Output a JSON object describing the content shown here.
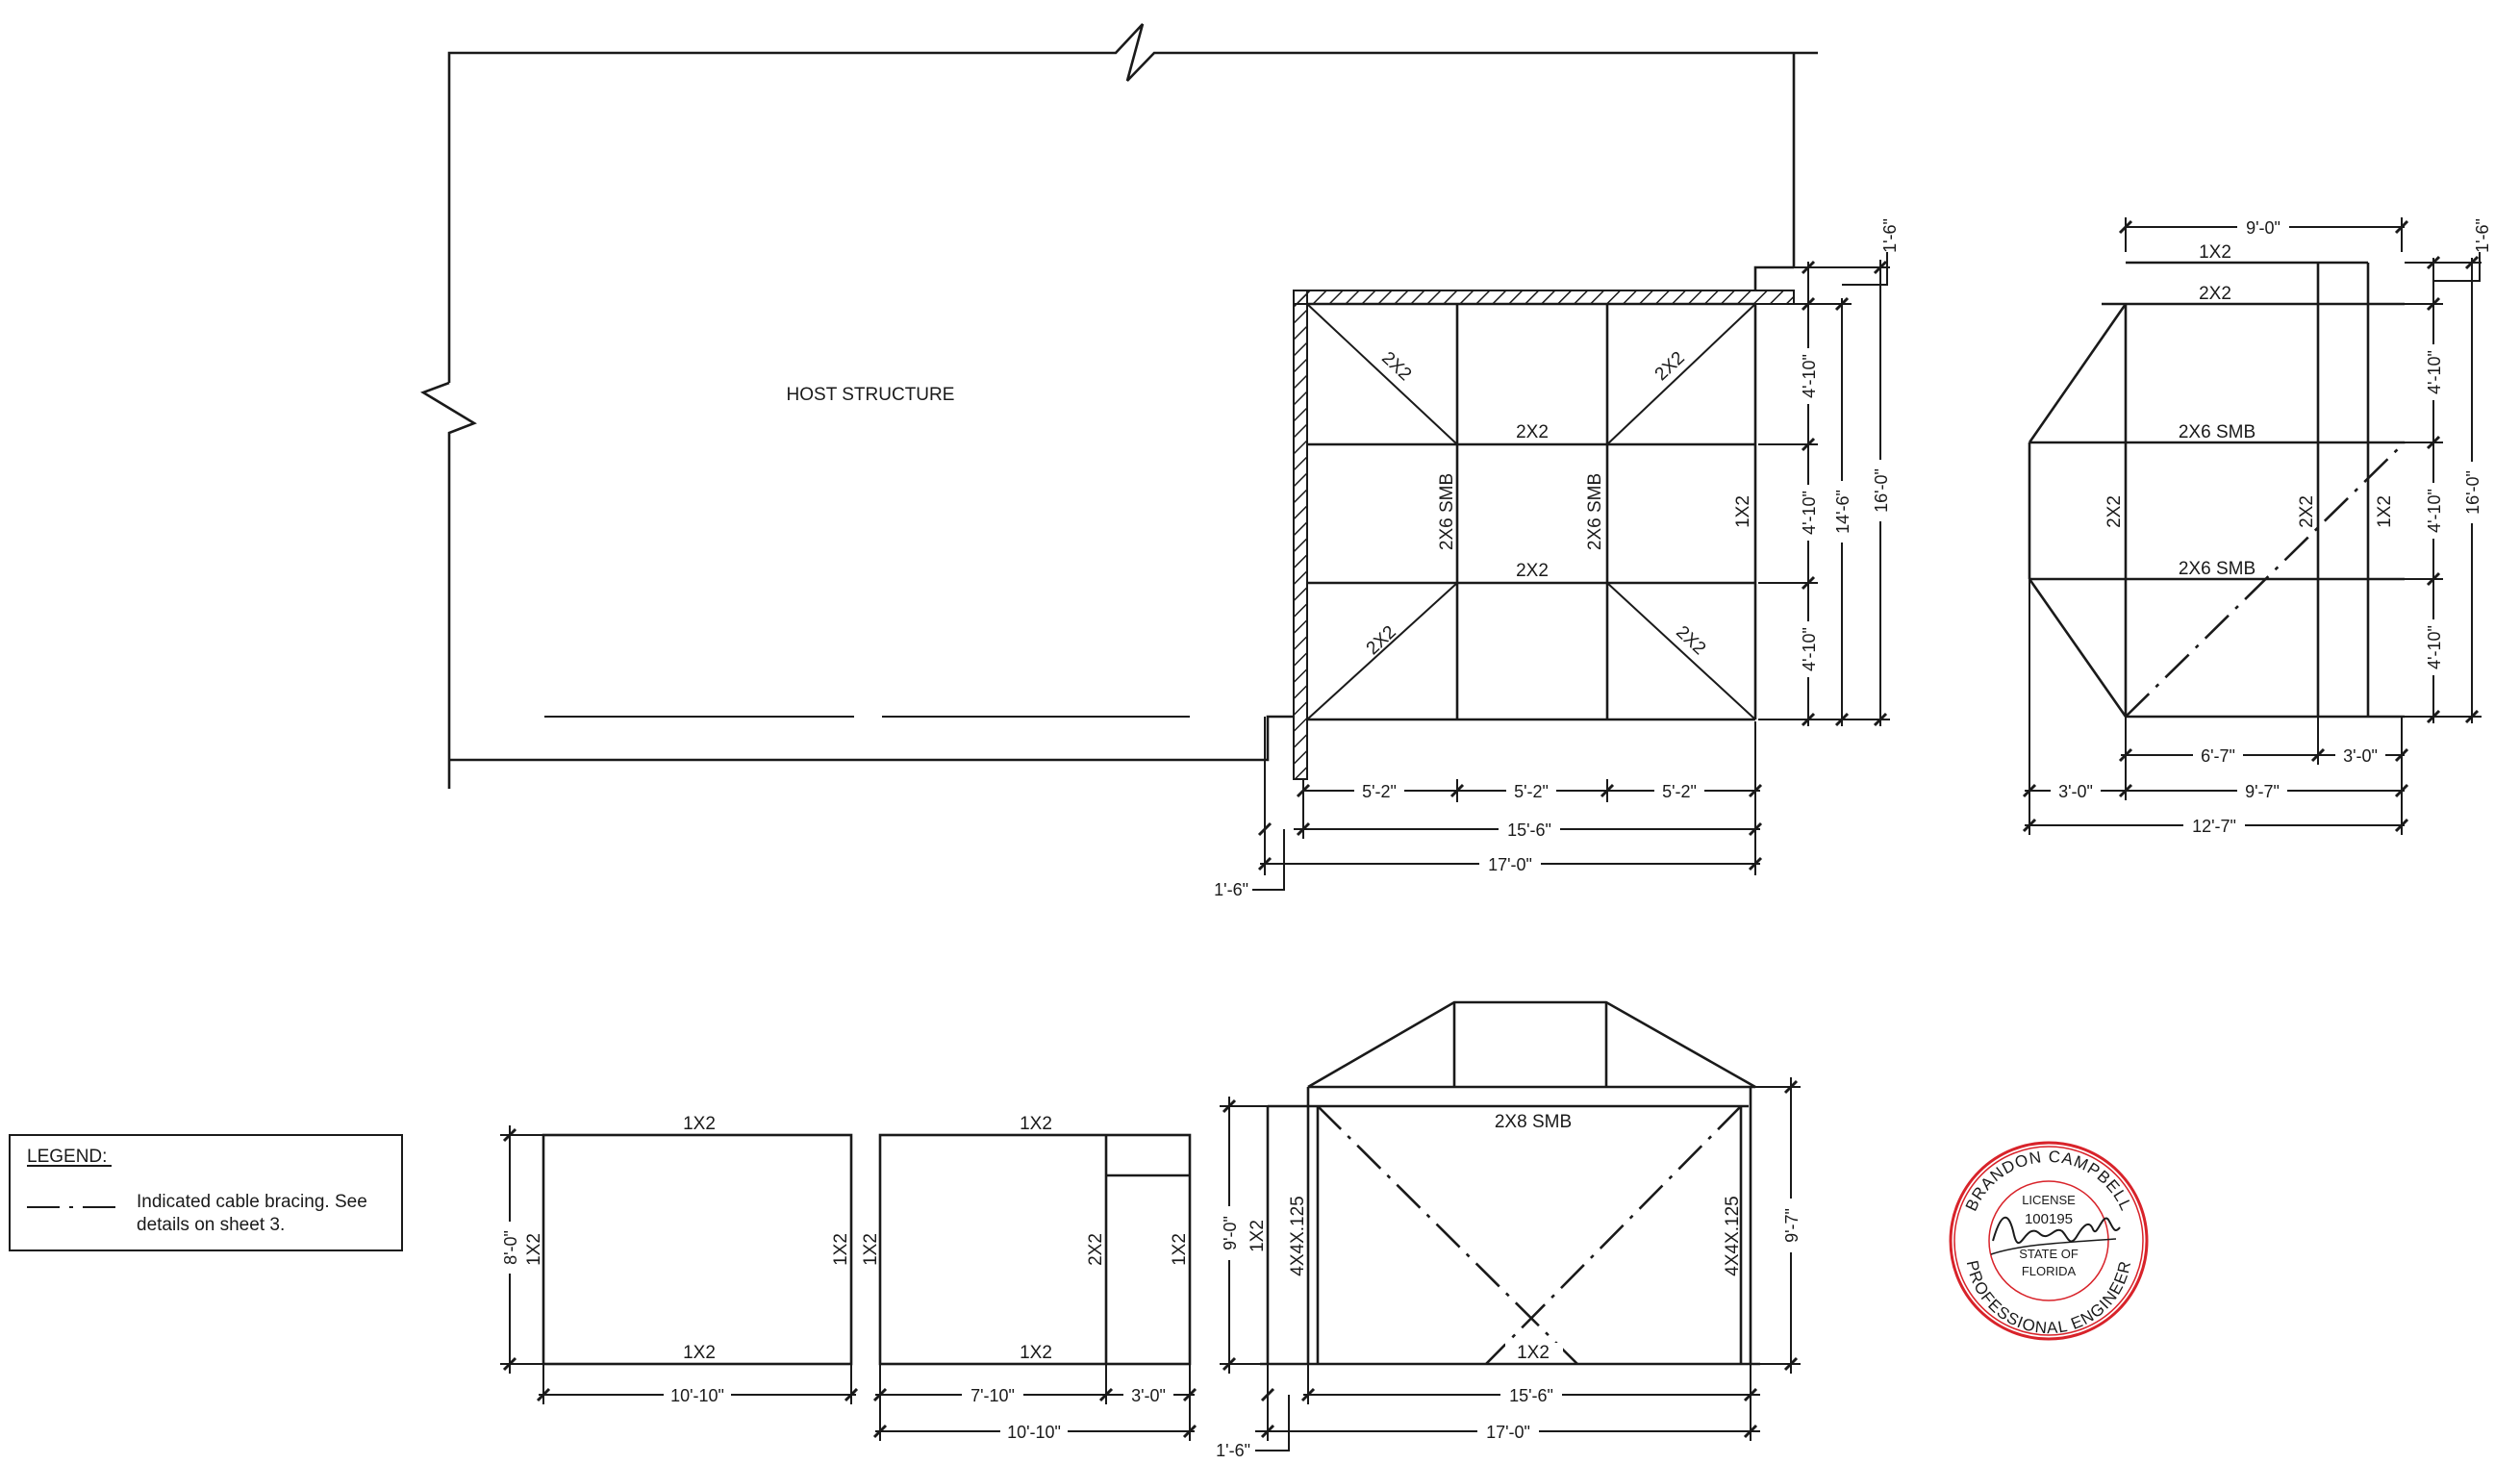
{
  "host_structure": {
    "label": "HOST STRUCTURE"
  },
  "plan_view": {
    "members": {
      "brace_tl": "2X2",
      "brace_tr": "2X2",
      "brace_bl": "2X2",
      "brace_br": "2X2",
      "rafter_upper": "2X2",
      "rafter_lower": "2X2",
      "smb_left": "2X6 SMB",
      "smb_right": "2X6 SMB",
      "edge_right": "1X2"
    },
    "dims": {
      "bay_1": "5'-2\"",
      "bay_2": "5'-2\"",
      "bay_3": "5'-2\"",
      "overall_inner": "15'-6\"",
      "overall": "17'-0\"",
      "offset_left": "1'-6\"",
      "offset_top": "1'-6\"",
      "row_1": "4'-10\"",
      "row_2": "4'-10\"",
      "row_3": "4'-10\"",
      "depth_inner": "14'-6\"",
      "depth": "16'-0\""
    }
  },
  "side_plan": {
    "members": {
      "top_1x2": "1X2",
      "top_2x2": "2X2",
      "smb_upper": "2X6 SMB",
      "smb_lower": "2X6 SMB",
      "left_2x2": "2X2",
      "mid_2x2": "2X2",
      "right_1x2": "1X2"
    },
    "dims": {
      "top": "9'-0\"",
      "offset_top": "1'-6\"",
      "row_1": "4'-10\"",
      "row_2": "4'-10\"",
      "row_3": "4'-10\"",
      "depth": "16'-0\"",
      "seg_a": "6'-7\"",
      "seg_b": "3'-0\"",
      "left_offset": "3'-0\"",
      "mid": "9'-7\"",
      "overall": "12'-7\""
    }
  },
  "legend": {
    "title": "LEGEND:",
    "line_1": "Indicated cable bracing. See",
    "line_2": "details on sheet 3."
  },
  "elev_a": {
    "members": {
      "top": "1X2",
      "bottom": "1X2",
      "left": "1X2",
      "right": "1X2"
    },
    "dims": {
      "height": "8'-0\"",
      "width": "10'-10\""
    }
  },
  "elev_b": {
    "members": {
      "top": "1X2",
      "bottom": "1X2",
      "left": "1X2",
      "mid": "2X2",
      "right": "1X2"
    },
    "dims": {
      "seg_a": "7'-10\"",
      "seg_b": "3'-0\"",
      "overall": "10'-10\""
    }
  },
  "front_elev": {
    "members": {
      "beam": "2X8 SMB",
      "post_left": "4X4X.125",
      "post_right": "4X4X.125",
      "left_1x2": "1X2",
      "bottom": "1X2"
    },
    "dims": {
      "height_left": "9'-0\"",
      "height_right": "9'-7\"",
      "inner": "15'-6\"",
      "overall": "17'-0\"",
      "offset_left": "1'-6\""
    }
  },
  "seal": {
    "ring_top": "BRANDON CAMPBELL",
    "ring_bottom": "PROFESSIONAL ENGINEER",
    "license_label": "LICENSE",
    "license_no": "100195",
    "state_1": "STATE OF",
    "state_2": "FLORIDA"
  }
}
